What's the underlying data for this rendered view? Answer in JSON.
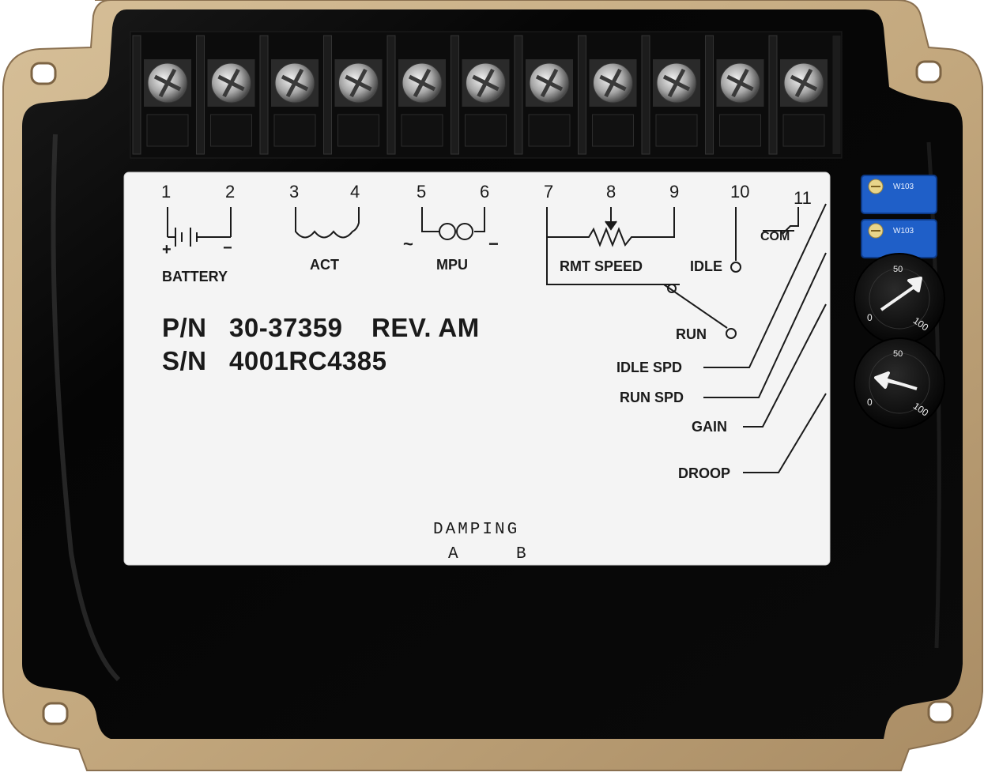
{
  "terminals": [
    "1",
    "2",
    "3",
    "4",
    "5",
    "6",
    "7",
    "8",
    "9",
    "10",
    "11"
  ],
  "labels": {
    "battery": "BATTERY",
    "act": "ACT",
    "mpu": "MPU",
    "rmt_speed": "RMT SPEED",
    "idle": "IDLE",
    "com": "COM",
    "run": "RUN",
    "idle_spd": "IDLE SPD",
    "run_spd": "RUN SPD",
    "gain": "GAIN",
    "droop": "DROOP",
    "damping": "DAMPING",
    "damping_a": "A",
    "damping_b": "B",
    "plus": "+",
    "minus": "−",
    "tilde": "~"
  },
  "part": {
    "pn_label": "P/N",
    "pn_value": "30-37359",
    "rev": "REV. AM",
    "sn_label": "S/N",
    "sn_value": "4001RC4385"
  },
  "trimpots": [
    {
      "code": "W103"
    },
    {
      "code": "W103"
    }
  ],
  "dial_scale": {
    "low": "0",
    "high": "100",
    "mid": "50"
  },
  "colors": {
    "housing": "#c8ae86",
    "panel": "#050505",
    "label_bg": "#f4f4f4",
    "trimpot": "#1f5fc8",
    "terminal_metal": "#b9b9b9"
  },
  "icons": [
    "screw-terminal-icon",
    "battery-symbol-icon",
    "coil-symbol-icon",
    "mpu-symbol-icon",
    "potentiometer-symbol-icon",
    "switch-symbol-icon",
    "trimpot-icon",
    "dial-icon",
    "mounting-hole-icon"
  ]
}
